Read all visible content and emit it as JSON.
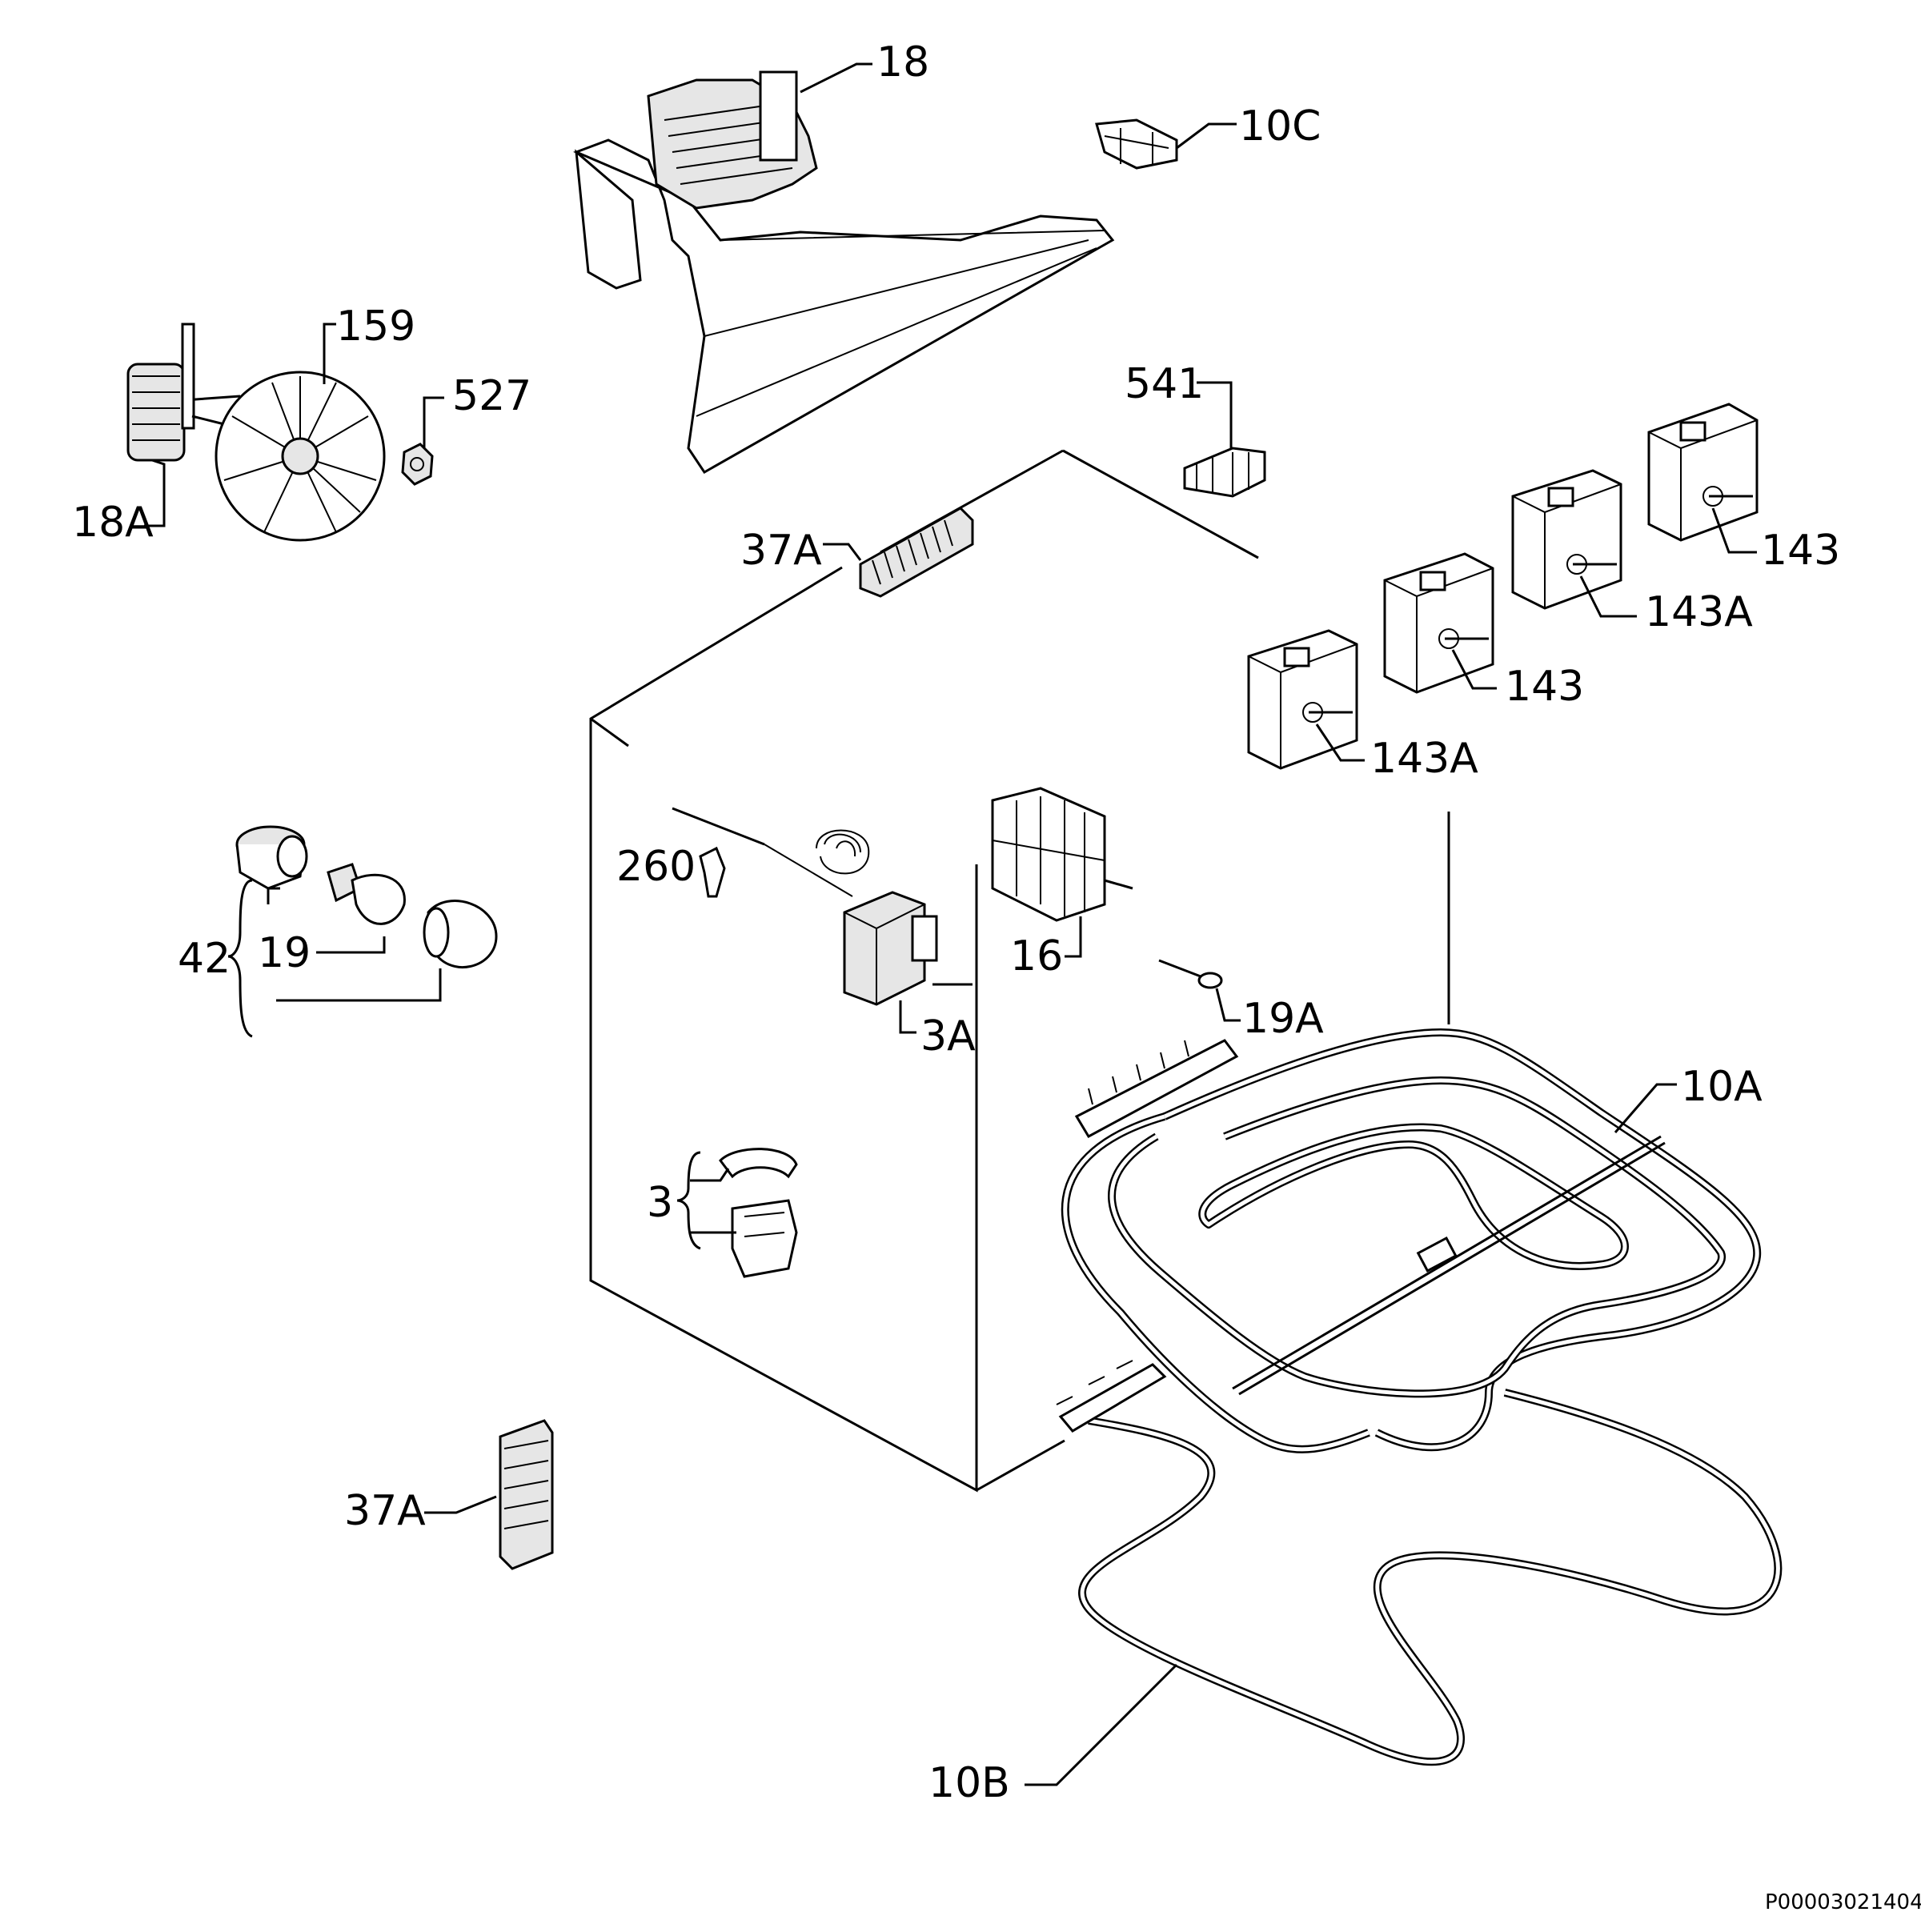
{
  "labels": {
    "p18": "18",
    "p10c": "10C",
    "p159": "159",
    "p527": "527",
    "p18a": "18A",
    "p541": "541",
    "p37a_top": "37A",
    "p143_1": "143",
    "p143a_1": "143A",
    "p143_2": "143",
    "p143a_2": "143A",
    "p260": "260",
    "p16": "16",
    "p42": "42",
    "p19": "19",
    "p3a": "3A",
    "p19a": "19A",
    "p10a": "10A",
    "p3": "3",
    "p37a_bottom": "37A",
    "p10b": "10B"
  },
  "document_id": "P00003021404"
}
